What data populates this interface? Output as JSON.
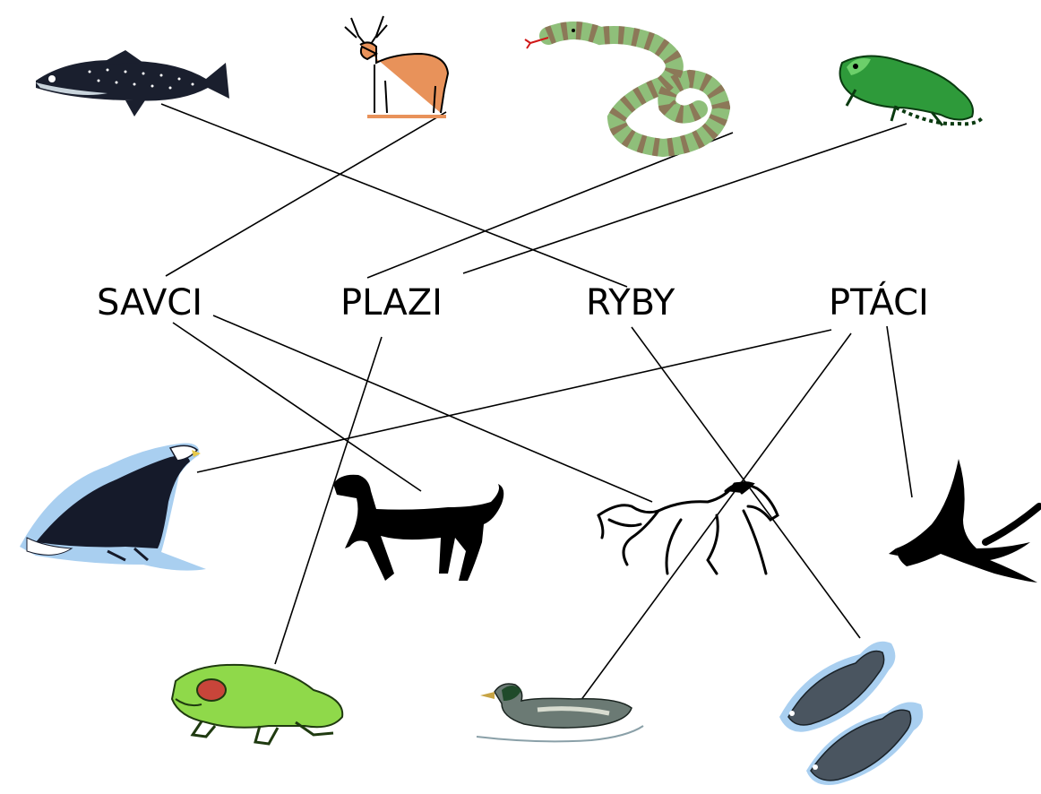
{
  "categories": {
    "mammals": "SAVCI",
    "reptiles": "PLAZI",
    "fish": "RYBY",
    "birds": "PTÁCI"
  },
  "animals": [
    {
      "id": "trout",
      "icon": "trout-icon",
      "category": "RYBY"
    },
    {
      "id": "deer",
      "icon": "deer-icon",
      "category": "SAVCI"
    },
    {
      "id": "snake",
      "icon": "snake-icon",
      "category": "PLAZI"
    },
    {
      "id": "lizard",
      "icon": "lizard-icon",
      "category": "PLAZI"
    },
    {
      "id": "eagle",
      "icon": "eagle-icon",
      "category": "PTÁCI"
    },
    {
      "id": "dog",
      "icon": "dog-icon",
      "category": "SAVCI"
    },
    {
      "id": "horse",
      "icon": "horse-icon",
      "category": "SAVCI"
    },
    {
      "id": "swallow",
      "icon": "swallow-icon",
      "category": "PTÁCI"
    },
    {
      "id": "frog",
      "icon": "frog-icon",
      "category": "PLAZI"
    },
    {
      "id": "duck",
      "icon": "duck-icon",
      "category": "PTÁCI"
    },
    {
      "id": "fishes",
      "icon": "fishes-icon",
      "category": "RYBY"
    }
  ],
  "colors": {
    "line": "#000000",
    "frog": "#8fd94a",
    "lizard": "#2e9a3a",
    "snake": "#8fbf7a",
    "deer": "#e8925a",
    "eagle_bg": "#a9cff0",
    "fish_bg": "#a9cff0"
  }
}
